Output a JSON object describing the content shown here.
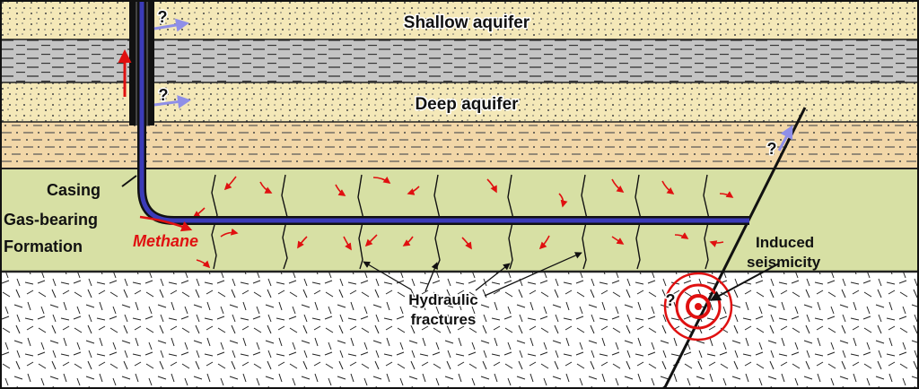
{
  "labels": {
    "shallow_aquifer": "Shallow aquifer",
    "deep_aquifer": "Deep aquifer",
    "casing": "Casing",
    "gas_bearing_line1": "Gas-bearing",
    "gas_bearing_line2": "Formation",
    "methane": "Methane",
    "induced_line1": "Induced",
    "induced_line2": "seismicity",
    "hydraulic_line1": "Hydraulic",
    "hydraulic_line2": "fractures",
    "question": "?"
  },
  "colors": {
    "aquifer": "#f4e8b8",
    "shale": "#c4c4c4",
    "tan_layer": "#f2d7a8",
    "gas_formation": "#d7e0a4",
    "bedrock": "#ffffff",
    "pipe": "#3b3bb8",
    "methane_arrow": "#e01010",
    "leak_arrow": "#8f8fe8",
    "seismic_rings": "#e01010"
  }
}
